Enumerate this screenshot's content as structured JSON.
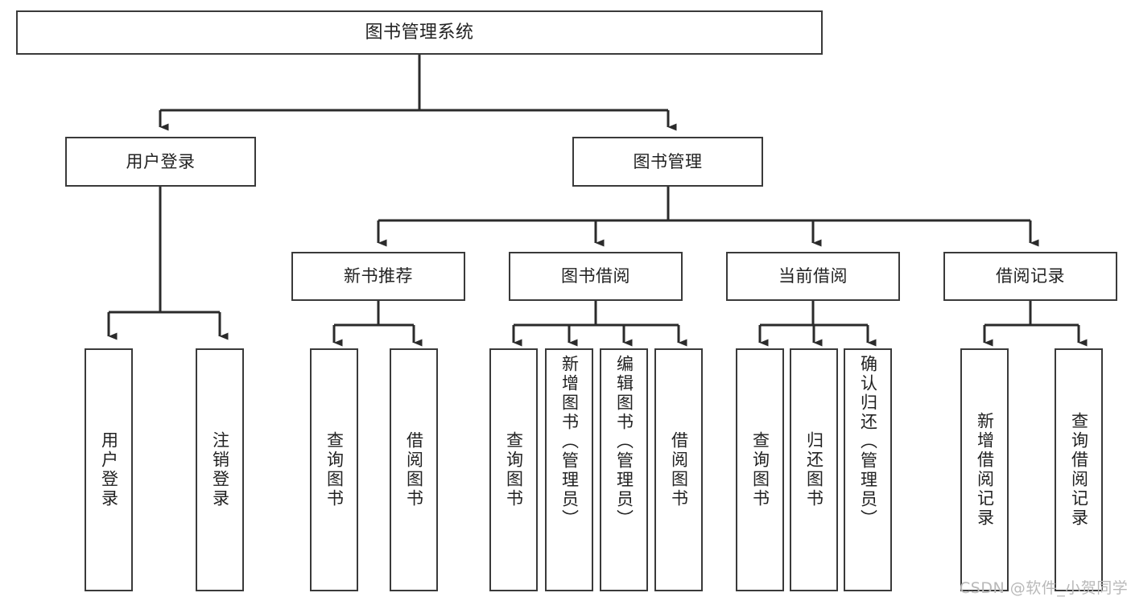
{
  "diagram": {
    "type": "tree-hierarchy",
    "title": "图书管理系统",
    "watermark": "CSDN @软件_小贺同学",
    "colors": {
      "box_border": "#3a3a3a",
      "box_fill": "#ffffff",
      "connector": "#2b2b2b",
      "text": "#222222",
      "watermark": "#b9b9b9",
      "background": "#ffffff"
    },
    "nodes": {
      "root": {
        "label": "图书管理系统",
        "level": 1
      },
      "level2": [
        {
          "id": "user-login",
          "label": "用户登录"
        },
        {
          "id": "book-manage",
          "label": "图书管理"
        }
      ],
      "level3": [
        {
          "id": "new-book-recommend",
          "label": "新书推荐"
        },
        {
          "id": "book-borrow",
          "label": "图书借阅"
        },
        {
          "id": "current-borrow",
          "label": "当前借阅"
        },
        {
          "id": "borrow-record",
          "label": "借阅记录"
        }
      ],
      "leaves": {
        "user-login": [
          {
            "id": "leaf-user-login",
            "label": "用户登录"
          },
          {
            "id": "leaf-user-logout",
            "label": "注销登录"
          }
        ],
        "new-book-recommend": [
          {
            "id": "leaf-query-book-1",
            "label": "查询图书"
          },
          {
            "id": "leaf-borrow-book-1",
            "label": "借阅图书"
          }
        ],
        "book-borrow": [
          {
            "id": "leaf-query-book-2",
            "label": "查询图书"
          },
          {
            "id": "leaf-add-book",
            "label": "新增图书（管理员）"
          },
          {
            "id": "leaf-edit-book",
            "label": "编辑图书（管理员）"
          },
          {
            "id": "leaf-borrow-book-2",
            "label": "借阅图书"
          }
        ],
        "current-borrow": [
          {
            "id": "leaf-query-book-3",
            "label": "查询图书"
          },
          {
            "id": "leaf-return-book",
            "label": "归还图书"
          },
          {
            "id": "leaf-confirm-return",
            "label": "确认归还（管理员）"
          }
        ],
        "borrow-record": [
          {
            "id": "leaf-add-record",
            "label": "新增借阅记录"
          },
          {
            "id": "leaf-query-record",
            "label": "查询借阅记录"
          }
        ]
      }
    }
  }
}
